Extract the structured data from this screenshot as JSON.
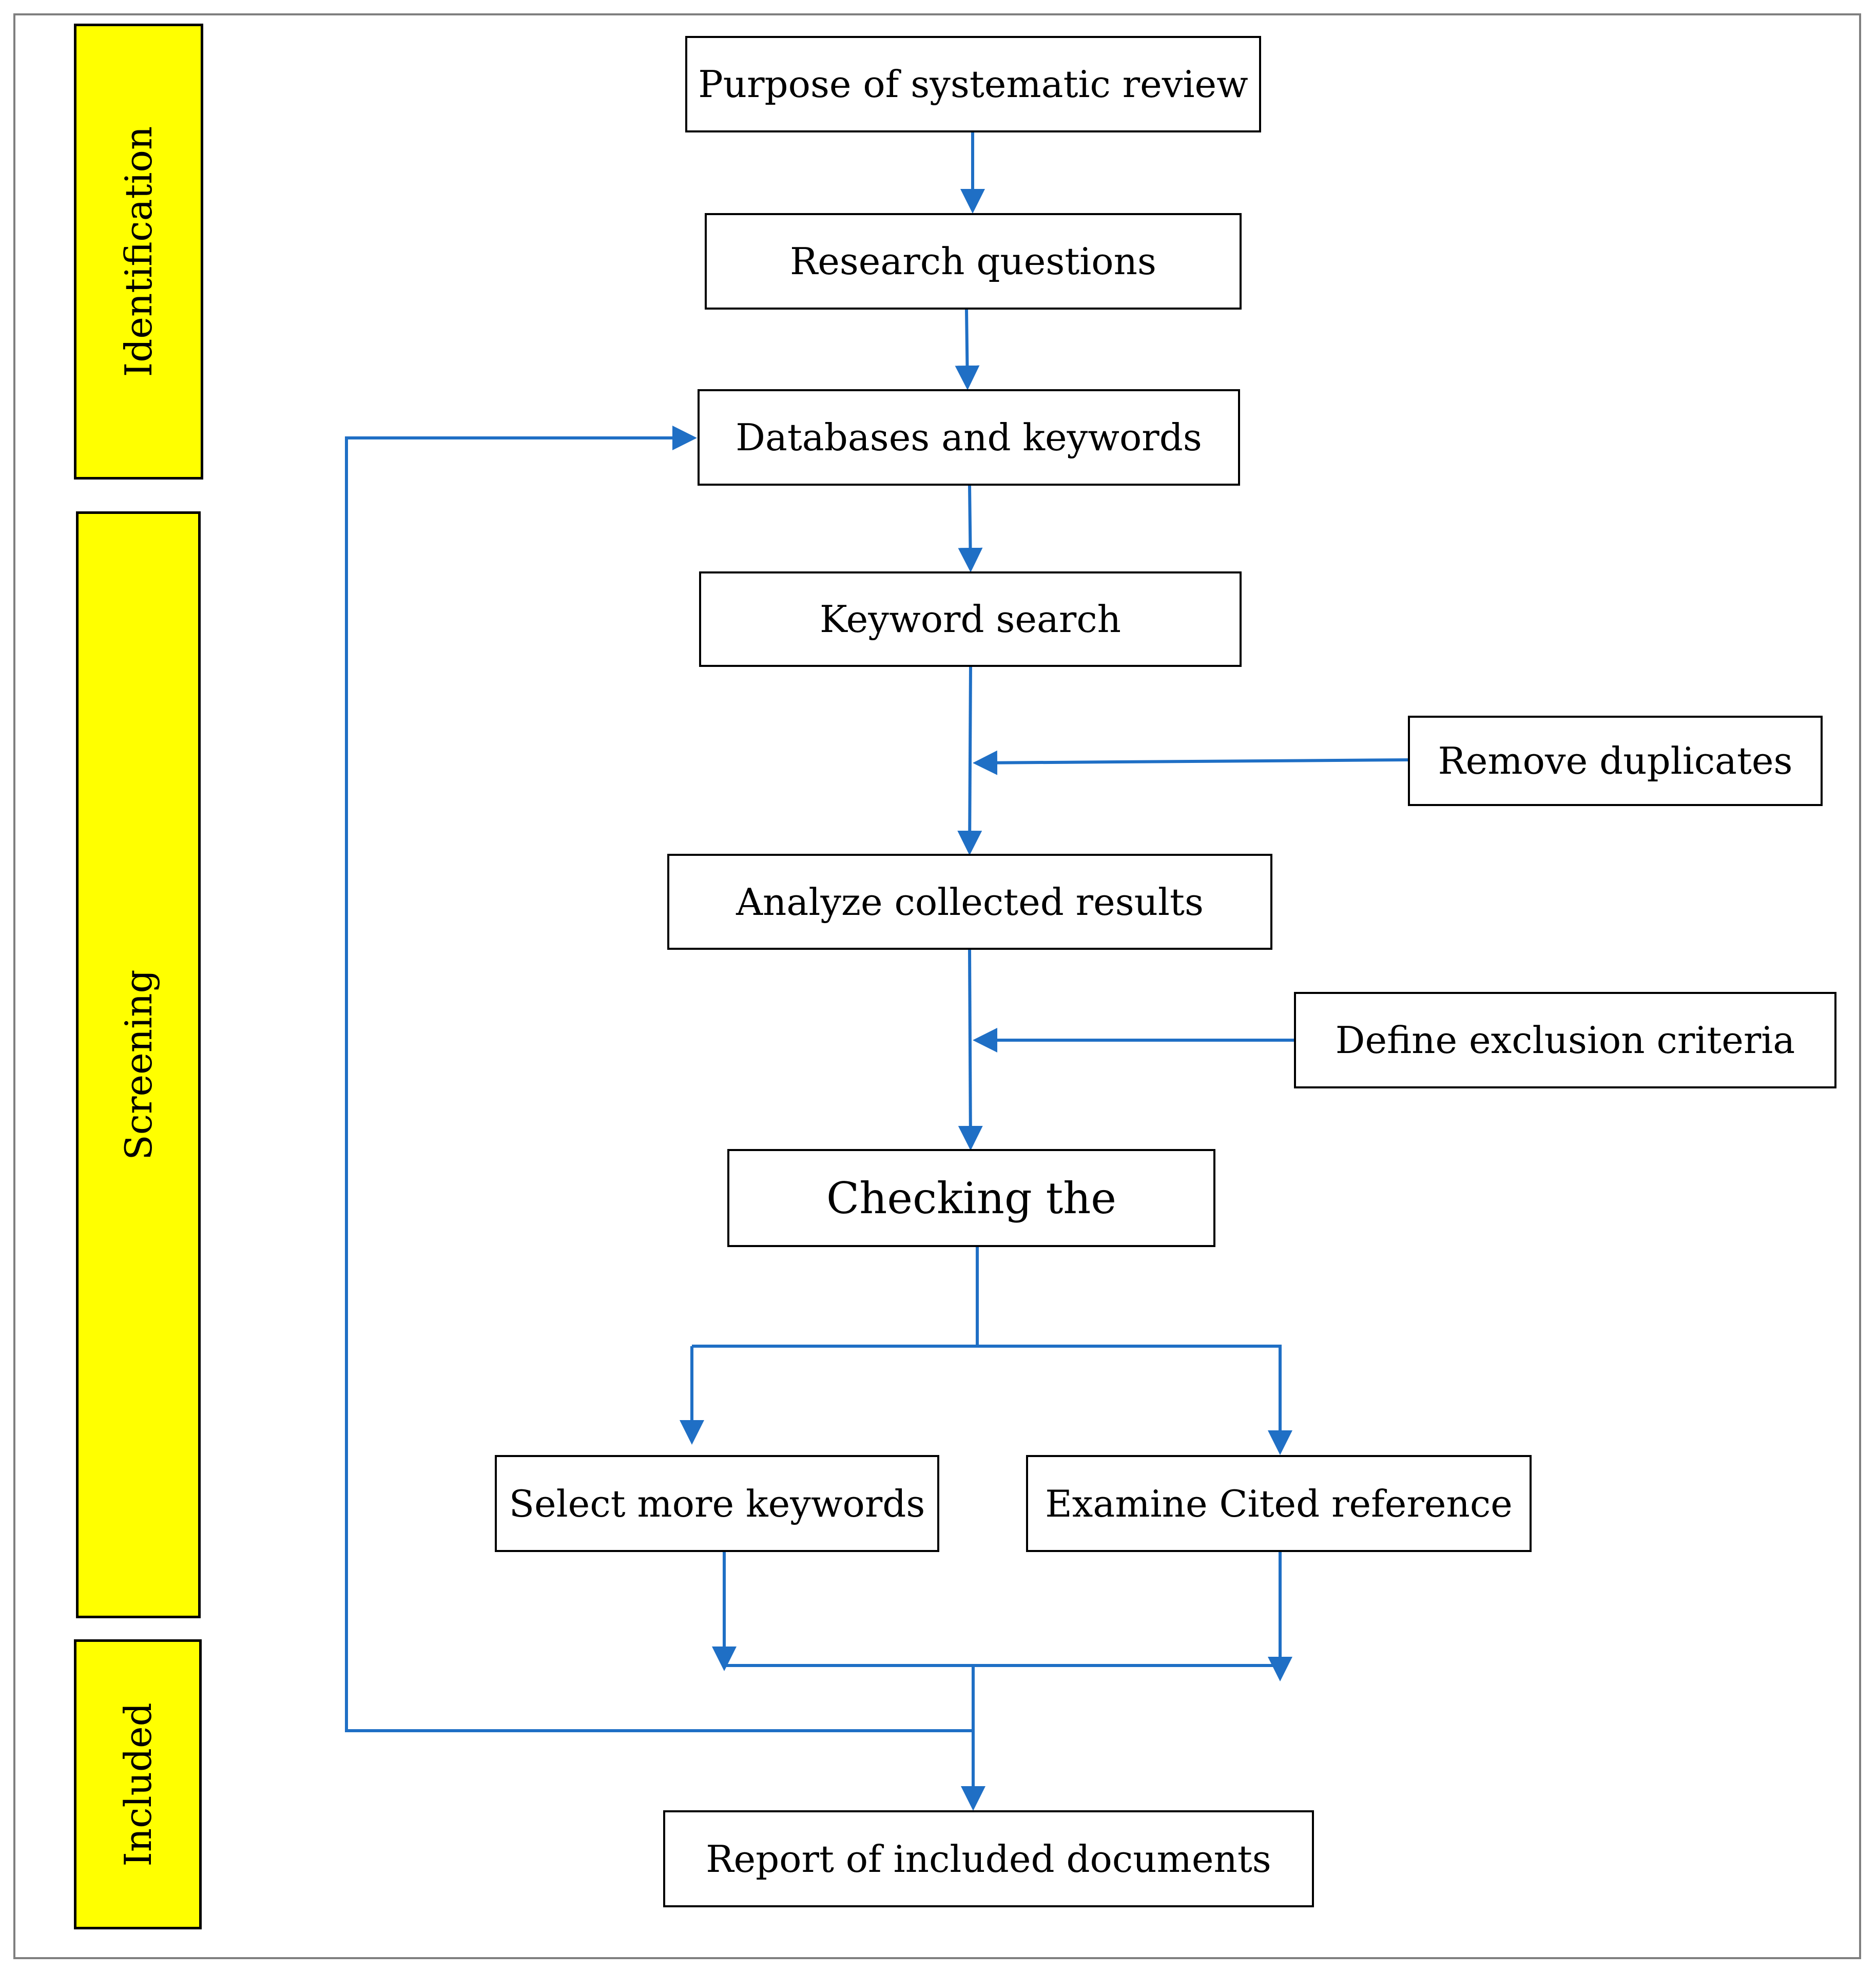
{
  "phases": {
    "identification": "Identification",
    "screening": "Screening",
    "included": "Included"
  },
  "steps": {
    "purpose": "Purpose of systematic review",
    "research_questions": "Research questions",
    "databases_keywords": "Databases and keywords",
    "keyword_search": "Keyword search",
    "remove_duplicates": "Remove duplicates",
    "analyze_results": "Analyze collected results",
    "exclusion_criteria": "Define exclusion criteria",
    "checking": "Checking the",
    "select_keywords": "Select more keywords",
    "examine_cited": "Examine Cited reference",
    "report": "Report of included documents"
  },
  "colors": {
    "arrow": "#1f6fc5",
    "phase_fill": "#ffff00",
    "box_border": "#000000"
  }
}
